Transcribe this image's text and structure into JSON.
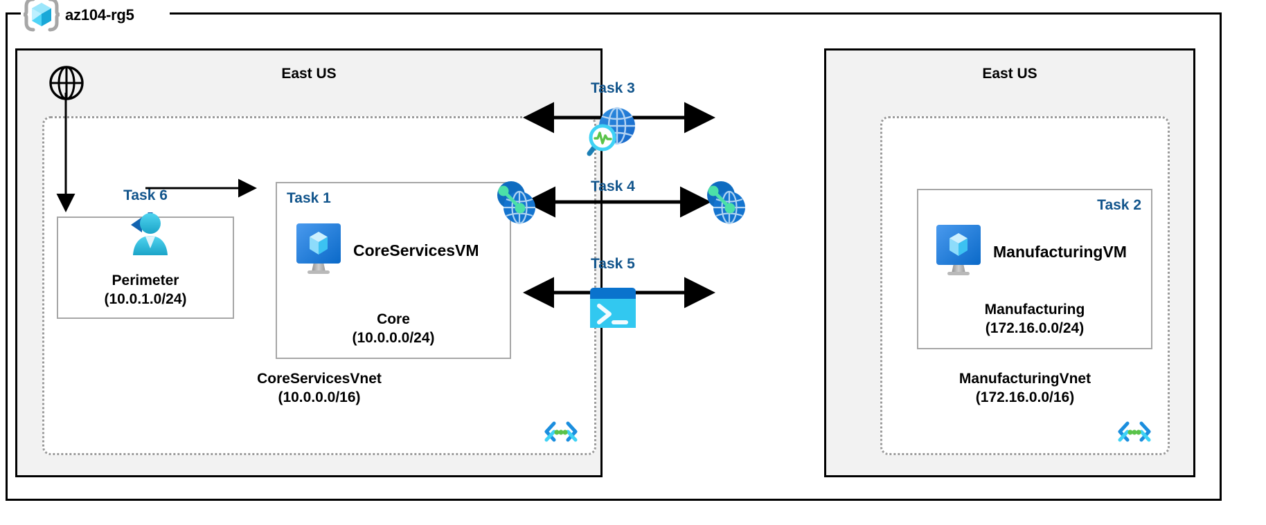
{
  "resource_group": {
    "name": "az104-rg5",
    "icon": "azure-resource-group-cube-icon"
  },
  "regions": [
    {
      "id": "left",
      "title": "East US"
    },
    {
      "id": "right",
      "title": "East US"
    }
  ],
  "internet": {
    "icon": "globe-icon"
  },
  "vnets": [
    {
      "id": "coreservices",
      "name": "CoreServicesVnet",
      "address_space": "(10.0.0.0/16)",
      "corner_icon": "subnet-brackets-icon"
    },
    {
      "id": "manufacturing",
      "name": "ManufacturingVnet",
      "address_space": "(172.16.0.0/16)",
      "corner_icon": "subnet-brackets-icon"
    }
  ],
  "subnets": [
    {
      "id": "perimeter",
      "task": "Task 6",
      "name": "Perimeter",
      "address_space": "(10.0.1.0/24)",
      "icon": "user-redirect-icon"
    },
    {
      "id": "core",
      "task": "Task 1",
      "name": "Core",
      "address_space": "(10.0.0.0/24)",
      "vm_name": "CoreServicesVM",
      "icon": "virtual-machine-icon"
    },
    {
      "id": "manufacturing",
      "task": "Task 2",
      "name": "Manufacturing",
      "address_space": "(172.16.0.0/24)",
      "vm_name": "ManufacturingVM",
      "icon": "virtual-machine-icon"
    }
  ],
  "connections": [
    {
      "id": "task3",
      "task": "Task 3",
      "icon": "network-watcher-icon",
      "arrow": "double"
    },
    {
      "id": "task4",
      "task": "Task 4",
      "icon": "vnet-peering-icon",
      "arrow": "double"
    },
    {
      "id": "task5",
      "task": "Task 5",
      "icon": "cloud-shell-icon",
      "arrow": "double"
    }
  ],
  "colors": {
    "task_label": "#12558c",
    "region_fill": "#f2f2f2",
    "vnet_border": "#9a9a9a",
    "subnet_border": "#a6a6a6",
    "azure_blue": "#0078d4",
    "cyan": "#32c8f0",
    "green": "#5ac34a",
    "frame": "#000000"
  }
}
